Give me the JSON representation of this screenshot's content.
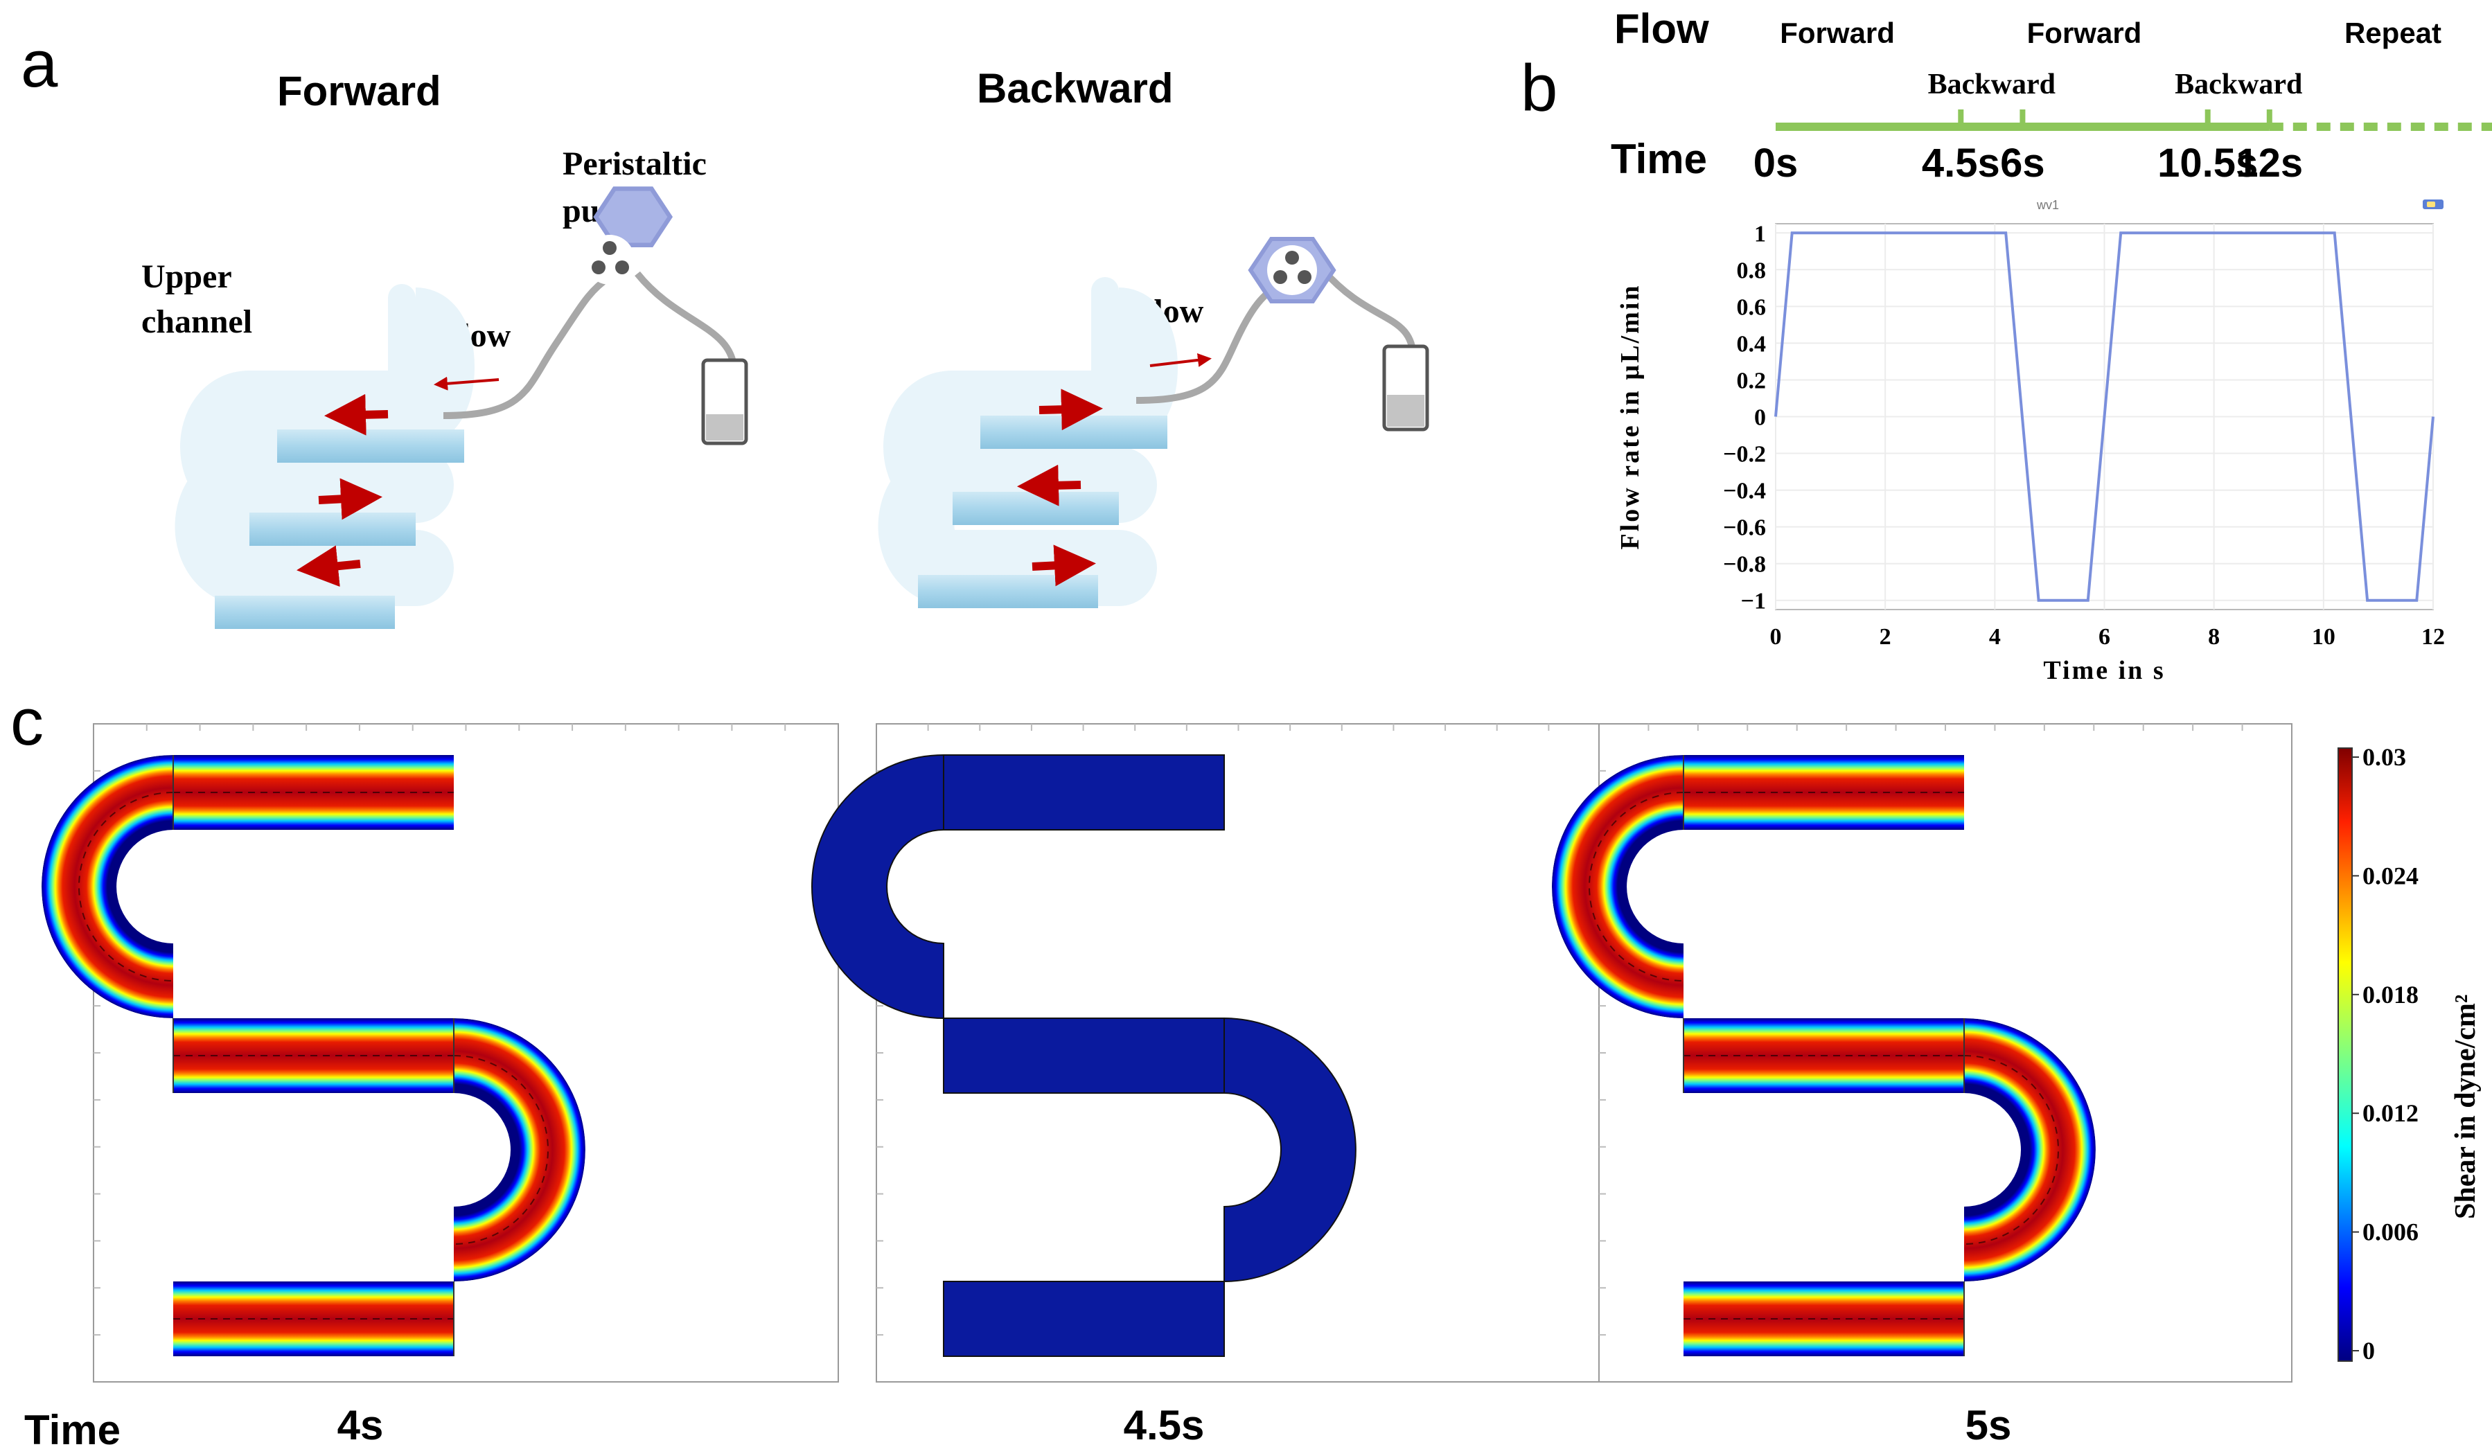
{
  "panels": {
    "a": {
      "letter": "a",
      "forward_title": "Forward",
      "backward_title": "Backward",
      "pump_label_line1": "Peristaltic",
      "pump_label_line2": "pump",
      "channel_label_line1": "Upper",
      "channel_label_line2": "channel",
      "flow_label_forward": "Flow",
      "flow_label_backward": "Flow"
    },
    "b": {
      "letter": "b",
      "flow_label": "Flow",
      "time_label": "Time",
      "timeline_phases": [
        {
          "label": "Forward",
          "row": "top",
          "t": 1.5
        },
        {
          "label": "Backward",
          "row": "bottom",
          "t": 5.25
        },
        {
          "label": "Forward",
          "row": "top",
          "t": 7.5
        },
        {
          "label": "Backward",
          "row": "bottom",
          "t": 11.25
        },
        {
          "label": "Repeat",
          "row": "top",
          "t": 15
        }
      ],
      "timeline_marks": [
        {
          "label": "0s",
          "t": 0
        },
        {
          "label": "4.5s",
          "t": 4.5
        },
        {
          "label": "6s",
          "t": 6
        },
        {
          "label": "10.5s",
          "t": 10.5
        },
        {
          "label": "12s",
          "t": 12
        }
      ],
      "plot_caption": "wv1",
      "timeline_color": "#8dc65a"
    },
    "c": {
      "letter": "c",
      "time_label": "Time",
      "snapshots": [
        {
          "label": "4s",
          "state": "flow"
        },
        {
          "label": "4.5s",
          "state": "still"
        },
        {
          "label": "5s",
          "state": "flow"
        }
      ],
      "colorbar": {
        "title": "Shear   in   dyne/cm²",
        "ticks": [
          "0.03",
          "0.024",
          "0.018",
          "0.012",
          "0.006",
          "0"
        ]
      }
    }
  },
  "chart_data": {
    "type": "line",
    "title": "",
    "xlabel": "Time  in  s",
    "ylabel": "Flow  rate  in  µL/min",
    "xlim": [
      0,
      12
    ],
    "ylim": [
      -1.05,
      1.05
    ],
    "xticks": [
      "0",
      "2",
      "4",
      "6",
      "8",
      "10",
      "12"
    ],
    "yticks": [
      "1",
      "0.8",
      "0.6",
      "0.4",
      "0.2",
      "0",
      "−0.2",
      "−0.4",
      "−0.6",
      "−0.8",
      "−1"
    ],
    "grid": true,
    "series": [
      {
        "color": "#7a8fdc",
        "x": [
          0,
          0.3,
          4.2,
          4.8,
          5.7,
          6.3,
          10.2,
          10.8,
          11.7,
          12
        ],
        "y": [
          0,
          1,
          1,
          -1,
          -1,
          1,
          1,
          -1,
          -1,
          0
        ]
      }
    ]
  }
}
